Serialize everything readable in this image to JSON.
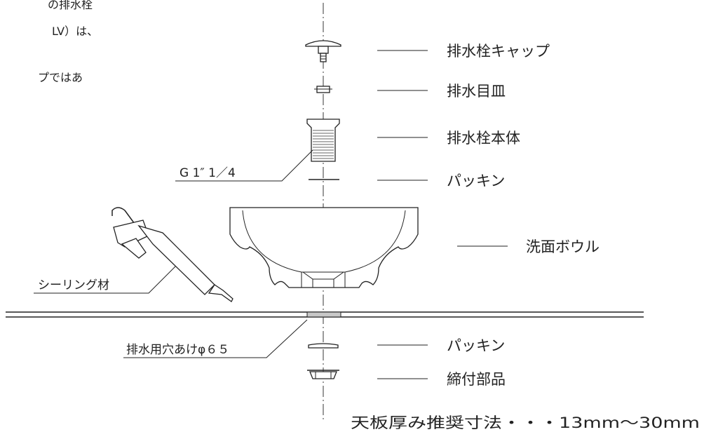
{
  "intro": {
    "line1": "の排水栓",
    "line2": "LV）は、",
    "line3": "プではあ"
  },
  "parts": {
    "cap": "排水栓キャップ",
    "plate": "排水目皿",
    "body": "排水栓本体",
    "packing_top": "パッキン",
    "bowl": "洗面ボウル",
    "packing_bottom": "パッキン",
    "fastener": "締付部品"
  },
  "callouts": {
    "thread": "G 1″ 1／4",
    "sealant": "シーリング材",
    "hole": "排水用穴あけφ６５"
  },
  "thickness_note": "天板厚み推奨寸法・・・13mm〜30mm"
}
